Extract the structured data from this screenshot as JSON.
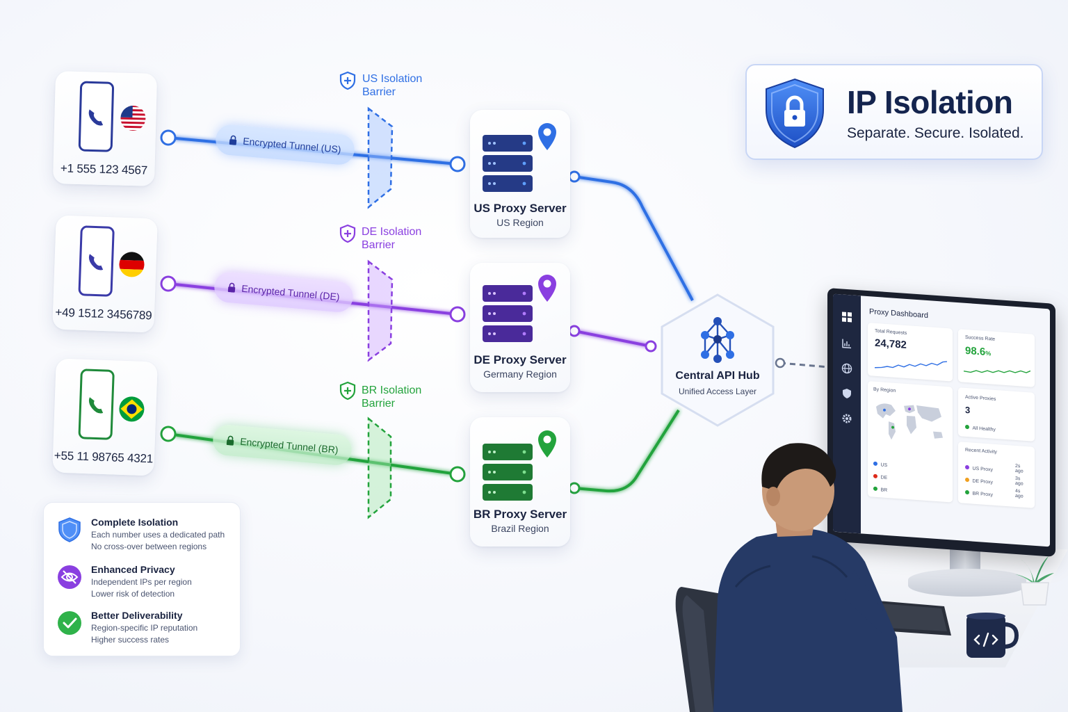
{
  "title_card": {
    "title": "IP Isolation",
    "tagline": "Separate. Secure. Isolated."
  },
  "regions": [
    {
      "code": "US",
      "color": "#2f6fe4",
      "light": "#9fc2ff",
      "phone": "+1 555 123 4567",
      "tunnel": "Encrypted Tunnel (US)",
      "barrier_line1": "US Isolation",
      "barrier_line2": "Barrier",
      "server_title": "US Proxy Server",
      "server_sub": "US Region"
    },
    {
      "code": "DE",
      "color": "#8a3fe0",
      "light": "#cfa8ff",
      "phone": "+49 1512 3456789",
      "tunnel": "Encrypted Tunnel (DE)",
      "barrier_line1": "DE Isolation",
      "barrier_line2": "Barrier",
      "server_title": "DE Proxy Server",
      "server_sub": "Germany Region"
    },
    {
      "code": "BR",
      "color": "#23a33c",
      "light": "#a6e6b0",
      "phone": "+55 11 98765 4321",
      "tunnel": "Encrypted Tunnel (BR)",
      "barrier_line1": "BR Isolation",
      "barrier_line2": "Barrier",
      "server_title": "BR Proxy Server",
      "server_sub": "Brazil Region"
    }
  ],
  "hub": {
    "title": "Central API Hub",
    "subtitle": "Unified Access Layer"
  },
  "benefits": [
    {
      "icon": "shield-icon",
      "title": "Complete Isolation",
      "line1": "Each number uses a dedicated path",
      "line2": "No cross-over between regions"
    },
    {
      "icon": "eye-off-icon",
      "title": "Enhanced Privacy",
      "line1": "Independent IPs per region",
      "line2": "Lower risk of detection"
    },
    {
      "icon": "check-circle-icon",
      "title": "Better Deliverability",
      "line1": "Region-specific IP reputation",
      "line2": "Higher success rates"
    }
  ],
  "dashboard": {
    "title": "Proxy Dashboard",
    "total_requests_label": "Total Requests",
    "total_requests_value": "24,782",
    "success_rate_label": "Success Rate",
    "success_rate_value": "98.6",
    "success_rate_unit": "%",
    "by_region_label": "By Region",
    "legend": [
      "US",
      "DE",
      "BR"
    ],
    "active_proxies_label": "Active Proxies",
    "active_proxies_value": "3",
    "active_proxies_status": "All Healthy",
    "recent_activity_label": "Recent Activity",
    "activity": [
      {
        "name": "US Proxy",
        "time": "2s ago"
      },
      {
        "name": "DE Proxy",
        "time": "3s ago"
      },
      {
        "name": "BR Proxy",
        "time": "4s ago"
      }
    ]
  }
}
